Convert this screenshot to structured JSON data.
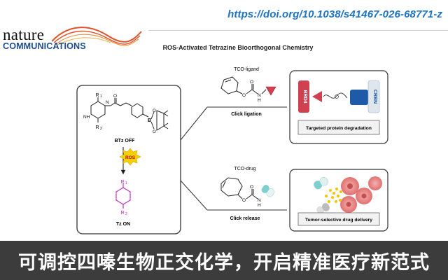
{
  "header": {
    "doi": "https://doi.org/10.1038/s41467-026-68771-z",
    "logo_line1": "nature",
    "logo_line2": "COMMUNICATIONS"
  },
  "scheme": {
    "title": "ROS-Activated Tetrazine Bioorthogonal Chemistry",
    "left_panel": {
      "off_label": "BTz OFF",
      "on_label": "Tz ON",
      "trigger": "ROS",
      "atoms": {
        "r1": "R",
        "r2": "R",
        "sub1": "1",
        "sub2": "2",
        "nh": "NH",
        "n": "N",
        "o": "O",
        "b": "B",
        "o_b1": "O",
        "o_b2": "O"
      }
    },
    "top_branch": {
      "reagent": "TCO-ligand",
      "reaction": "Click ligation",
      "result": "Targeted protein degradation",
      "protein_left": "BRD4",
      "protein_right": "CRBN",
      "atoms": {
        "o": "O",
        "carbonyl_o": "O",
        "nh": "N",
        "h": "H"
      }
    },
    "bottom_branch": {
      "reagent": "TCO-drug",
      "reaction": "Click release",
      "result": "Tumor-selective drug delivery",
      "atoms": {
        "o": "O",
        "carbonyl_o": "O",
        "nh": "N",
        "h": "H"
      }
    },
    "colors": {
      "tetrazine_on": "#c020c0",
      "ros": "#f5d100",
      "ligand": "#d04050",
      "crbn": "#1e5aa8",
      "drug": "#7fcfcf",
      "tumor": "#e98080"
    }
  },
  "banner": {
    "text": "可调控四嗪生物正交化学，开启精准医疗新范式"
  }
}
